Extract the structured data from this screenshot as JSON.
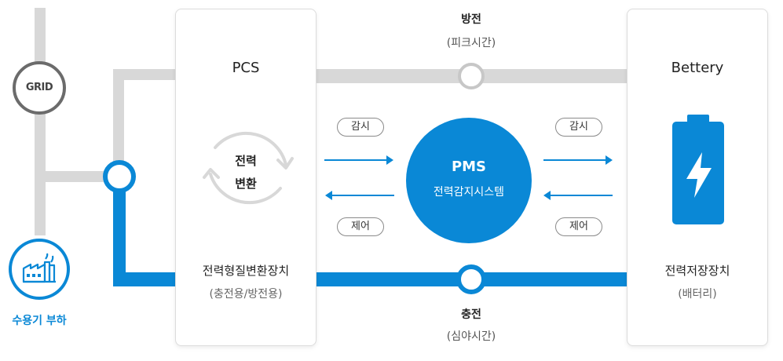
{
  "grid": {
    "label": "GRID"
  },
  "load": {
    "label": "수용기 부하",
    "icon": "factory-icon"
  },
  "pcs": {
    "title": "PCS",
    "center_line1": "전력",
    "center_line2": "변환",
    "subtitle": "전력형질변환장치",
    "subtitle2": "(충전용/방전용)"
  },
  "battery": {
    "title": "Bettery",
    "subtitle": "전력저장장치",
    "subtitle2": "(배터리)",
    "icon": "battery-lightning-icon"
  },
  "pms": {
    "title": "PMS",
    "subtitle": "전력감지시스템"
  },
  "discharge": {
    "label": "방전",
    "sub": "(피크시간)"
  },
  "charge": {
    "label": "충전",
    "sub": "(심야시간)"
  },
  "tags": {
    "left_monitor": "감시",
    "left_control": "제어",
    "right_monitor": "감시",
    "right_control": "제어"
  },
  "colors": {
    "accent": "#0a88d6",
    "line_gray": "#d8d8d8",
    "node_border": "#6b6b6b"
  }
}
